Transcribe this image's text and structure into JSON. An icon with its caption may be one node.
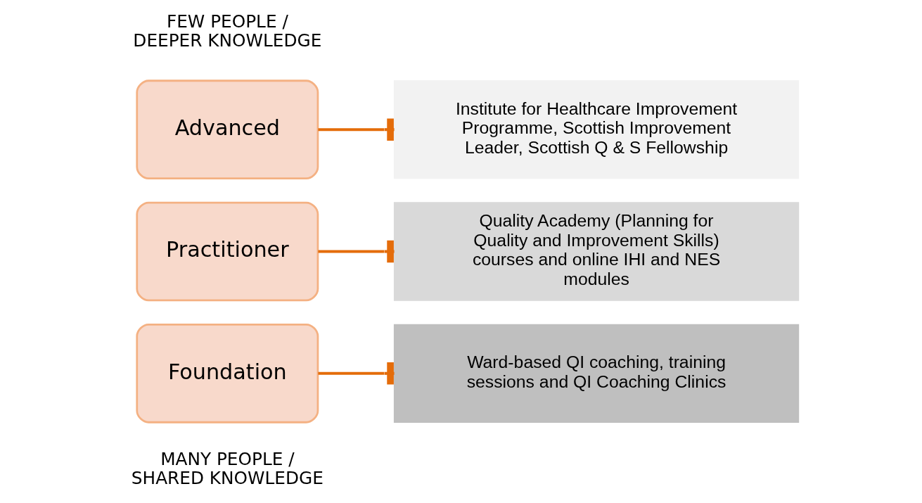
{
  "diagram": {
    "nodes": [
      {
        "text": [
          "Advanced"
        ]
      },
      {
        "text": [
          "Institute for Healthcare Improvement Programme, Scottish Improvement Leader, Scottish Q & S Fellowship"
        ]
      },
      {
        "text": [
          "Practitioner"
        ]
      },
      {
        "text": [
          "Quality Academy (Planning for Quality and Improvement Skills) courses and online IHI and NES modules"
        ]
      },
      {
        "text": [
          "Foundation"
        ]
      },
      {
        "text": [
          "Ward-based QI coaching, training sessions and QI Coaching Clinics"
        ]
      }
    ],
    "edges": [
      {
        "from": 0,
        "to": 1,
        "arrow": "other"
      },
      {
        "from": 2,
        "to": 3,
        "arrow": "other"
      },
      {
        "from": 4,
        "to": 5,
        "arrow": "other"
      }
    ],
    "labels": [
      "FEW PEOPLE / DEEPER KNOWLEDGE",
      "MANY PEOPLE / SHARED KNOWLEDGE"
    ]
  }
}
